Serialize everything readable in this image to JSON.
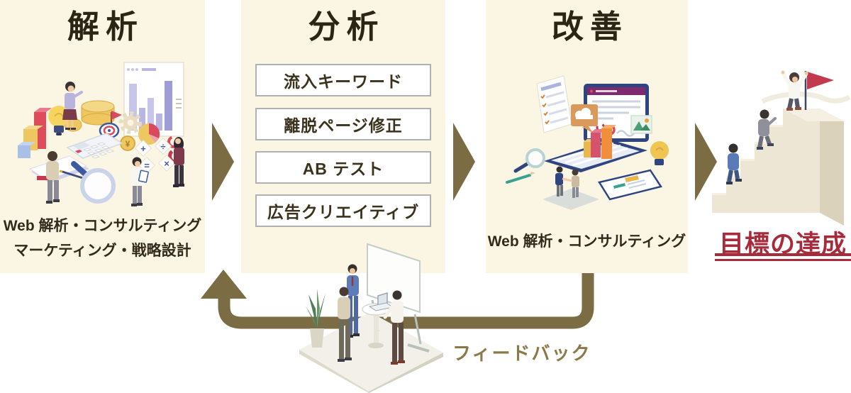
{
  "colors": {
    "panel_bg": "#FBF5E4",
    "arrow_gold": "#7B6C43",
    "title_color": "#2B2516",
    "caption_color": "#322B1D",
    "box_border": "#B1B1B1",
    "box_text": "#3B321D",
    "goal_red": "#A72B3B",
    "feedback_gold": "#8B7949"
  },
  "steps": [
    {
      "title": "解析",
      "caption_lines": [
        "Web 解析・コンサルティング",
        "マーケティング・戦略設計"
      ],
      "illustration": "analytics-isometric-scene"
    },
    {
      "title": "分析",
      "items": [
        "流入キーワード",
        "離脱ページ修正",
        "AB テスト",
        "広告クリエイティブ"
      ]
    },
    {
      "title": "改善",
      "caption_lines": [
        "Web 解析・コンサルティング"
      ],
      "illustration": "improvement-laptop-scene"
    }
  ],
  "goal": {
    "label": "目標の達成",
    "illustration": "stairs-goal-scene"
  },
  "feedback": {
    "label": "フィードバック",
    "illustration": "meeting-discussion-scene"
  }
}
